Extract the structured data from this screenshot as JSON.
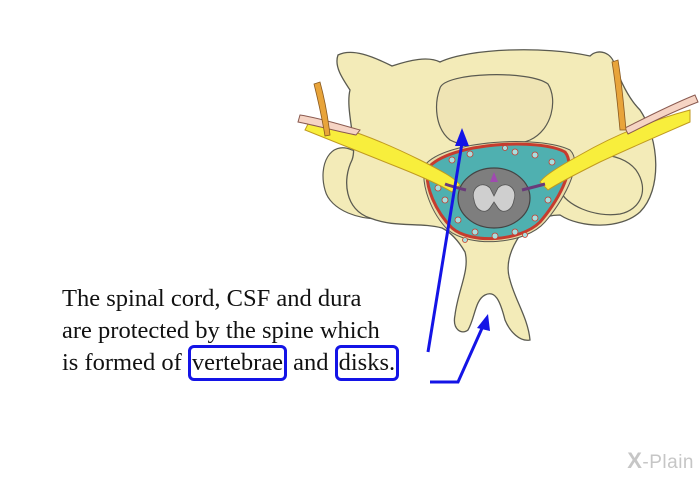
{
  "caption": {
    "line1": "The spinal cord, CSF and dura",
    "line2": "are protected by the spine which",
    "line3_prefix": "is formed of ",
    "term_vertebrae": "vertebrae",
    "line3_middle": " and ",
    "term_disks": "disks."
  },
  "logo": {
    "mark": "X",
    "text": "-Plain"
  },
  "colors": {
    "bone": "#f3ebb8",
    "bone_outline": "#5a5a50",
    "disk": "#efe4b4",
    "nerve_root": "#f8ee3c",
    "nerve_fiber": "#f6d4c4",
    "dura_red": "#c63c2e",
    "csf_teal": "#4fb0b0",
    "spinal_cord_gray": "#7e7e7e",
    "grey_matter": "#cfcfcf",
    "pointer_blue": "#1414e6",
    "logo_gray": "#c6c6c6"
  },
  "icons": [
    "vertebra-cross-section-illustration",
    "pointer-arrow",
    "xplain-logo"
  ]
}
